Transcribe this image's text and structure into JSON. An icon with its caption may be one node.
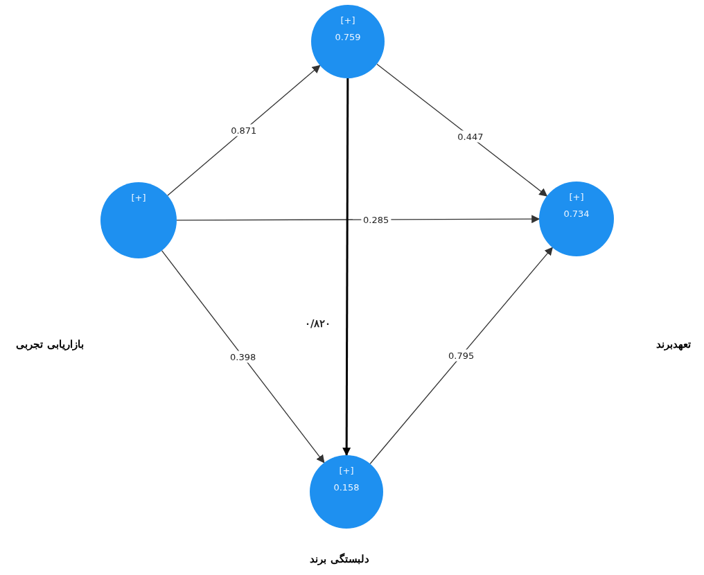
{
  "diagram": {
    "nodes": [
      {
        "text": [
          "[+]",
          "0.759"
        ]
      },
      {
        "text": [
          "[+]"
        ]
      },
      {
        "text": [
          "[+]",
          "0.734"
        ]
      },
      {
        "text": [
          "[+]",
          "0.158"
        ],
        "beside": [
          "دلبستگی برند"
        ]
      }
    ],
    "edges": [
      {
        "from": 1,
        "to": 0,
        "arrow": "to",
        "label": "0.871"
      },
      {
        "from": 0,
        "to": 2,
        "arrow": "to",
        "label": "0.447"
      },
      {
        "from": 1,
        "to": 2,
        "arrow": "to",
        "label": "0.285"
      },
      {
        "from": 1,
        "to": 3,
        "arrow": "to",
        "label": "0.398"
      },
      {
        "from": 3,
        "to": 2,
        "arrow": "to",
        "label": "0.795"
      },
      {
        "from": 0,
        "to": 3,
        "arrow": "to",
        "label": "۰/۸۲۰",
        "style": "thick",
        "color": "#000000"
      }
    ],
    "labels": [
      "بازاریابی تجربی",
      "تعهدبرند"
    ]
  }
}
